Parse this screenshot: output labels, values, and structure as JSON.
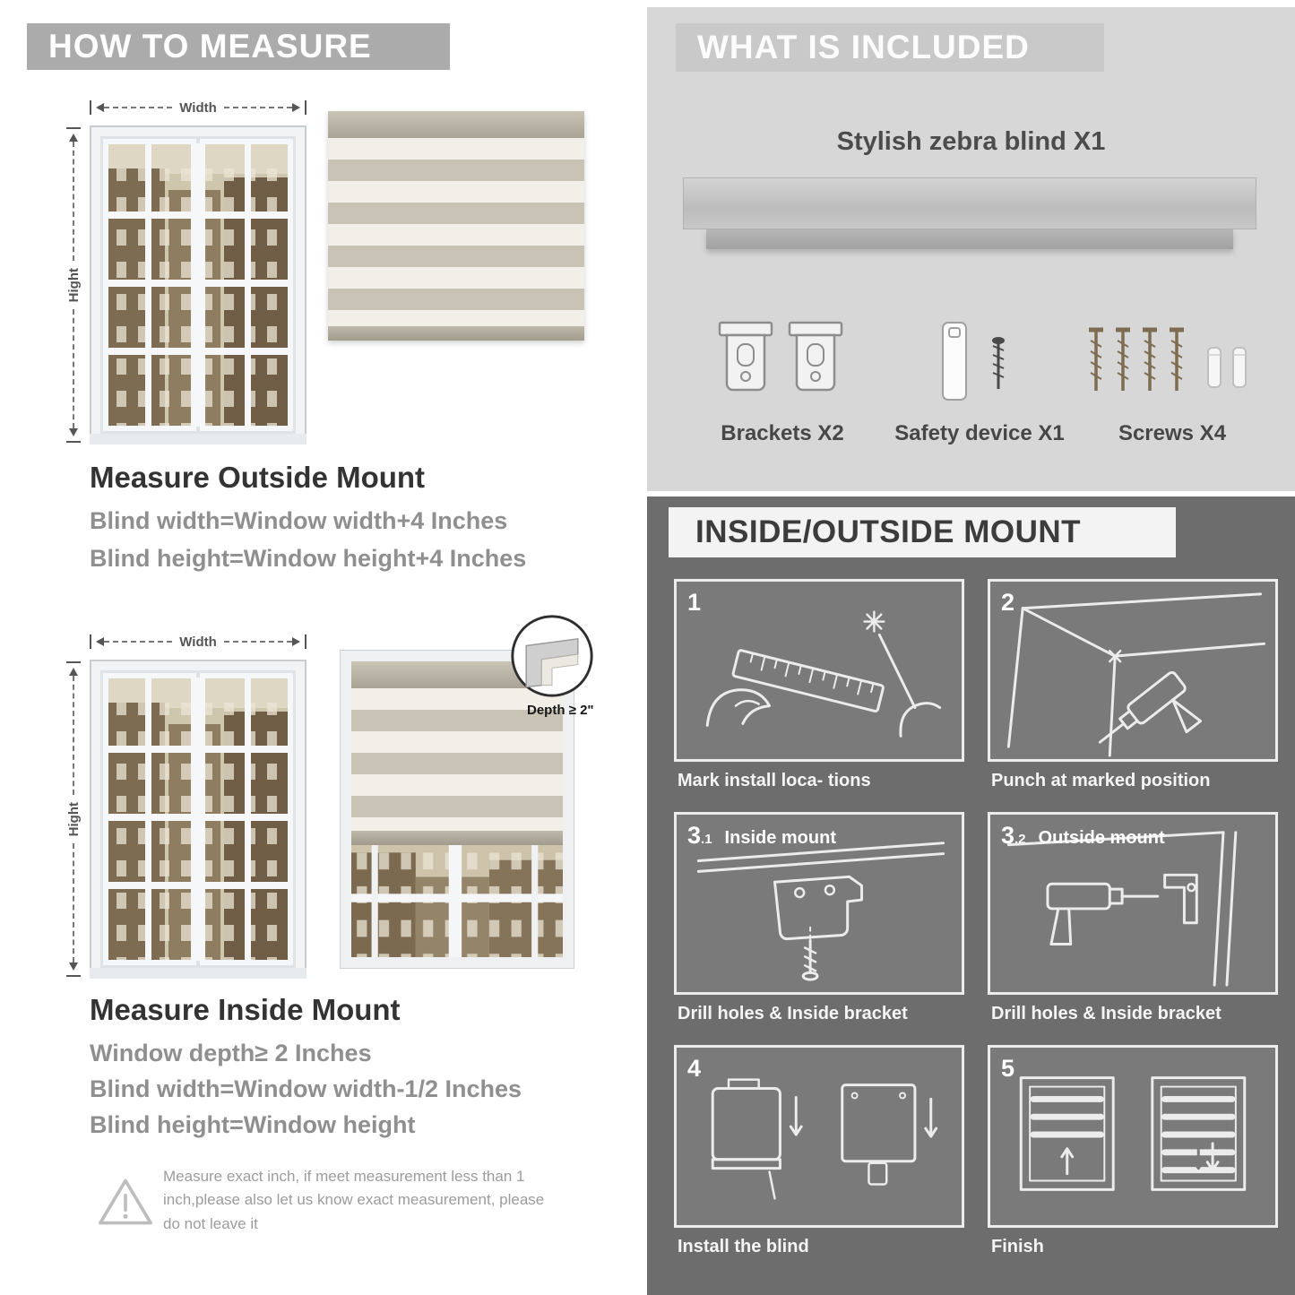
{
  "palette": {
    "banner_gray": "#ababab",
    "light_section": "#d7d7d7",
    "dark_section": "#6d6d6d",
    "heading_dark": "#333333",
    "body_gray": "#8f8f8f"
  },
  "measure": {
    "header": "HOW TO MEASURE",
    "outside": {
      "width_label": "Width",
      "height_label": "Hight",
      "title": "Measure Outside Mount",
      "lines": [
        "Blind width=Window width+4 Inches",
        "Blind height=Window height+4 Inches"
      ]
    },
    "inside": {
      "width_label": "Width",
      "height_label": "Hight",
      "depth_callout": "Depth ≥ 2\"",
      "title": "Measure Inside Mount",
      "lines": [
        "Window depth≥ 2 Inches",
        "Blind width=Window width-1/2 Inches",
        "Blind height=Window height"
      ]
    },
    "warning": "Measure exact inch, if meet measurement less than 1 inch,please also let us know exact measurement, please do not leave it"
  },
  "included": {
    "header": "WHAT IS INCLUDED",
    "blind_label": "Stylish zebra blind X1",
    "items": [
      {
        "label": "Brackets X2"
      },
      {
        "label": "Safety device X1"
      },
      {
        "label": "Screws X4"
      }
    ]
  },
  "mount": {
    "header": "INSIDE/OUTSIDE MOUNT",
    "steps": [
      {
        "num": "1",
        "sub": "",
        "title": "",
        "caption": "Mark install loca- tions"
      },
      {
        "num": "2",
        "sub": "",
        "title": "",
        "caption": "Punch at  marked position"
      },
      {
        "num": "3",
        "sub": ".1",
        "title": "Inside mount",
        "caption": "Drill holes &  Inside bracket"
      },
      {
        "num": "3",
        "sub": ".2",
        "title": "Outside mount",
        "caption": "Drill holes &  Inside bracket"
      },
      {
        "num": "4",
        "sub": "",
        "title": "",
        "caption": "Install the blind"
      },
      {
        "num": "5",
        "sub": "",
        "title": "",
        "caption": "Finish"
      }
    ]
  }
}
